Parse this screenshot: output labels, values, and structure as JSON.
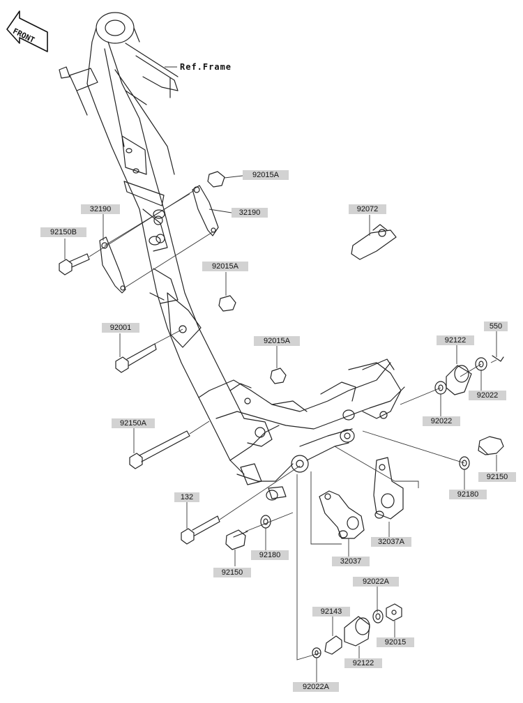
{
  "diagram": {
    "front_badge": "FRONT",
    "ref_frame": "Ref.Frame",
    "callouts": {
      "p92015A_1": "92015A",
      "p32190_r": "32190",
      "p32190_l": "32190",
      "p92150B": "92150B",
      "p92072": "92072",
      "p92015A_2": "92015A",
      "p92001": "92001",
      "p550": "550",
      "p92122_r": "92122",
      "p92015A_3": "92015A",
      "p92022_r": "92022",
      "p92022_m": "92022",
      "p92150A": "92150A",
      "p92150_r": "92150",
      "p92180_r": "92180",
      "p132": "132",
      "p32037A": "32037A",
      "p92180_l": "92180",
      "p32037": "32037",
      "p92150_l": "92150",
      "p92022A_top": "92022A",
      "p92143": "92143",
      "p92015": "92015",
      "p92122_b": "92122",
      "p92022A_bot": "92022A"
    }
  }
}
